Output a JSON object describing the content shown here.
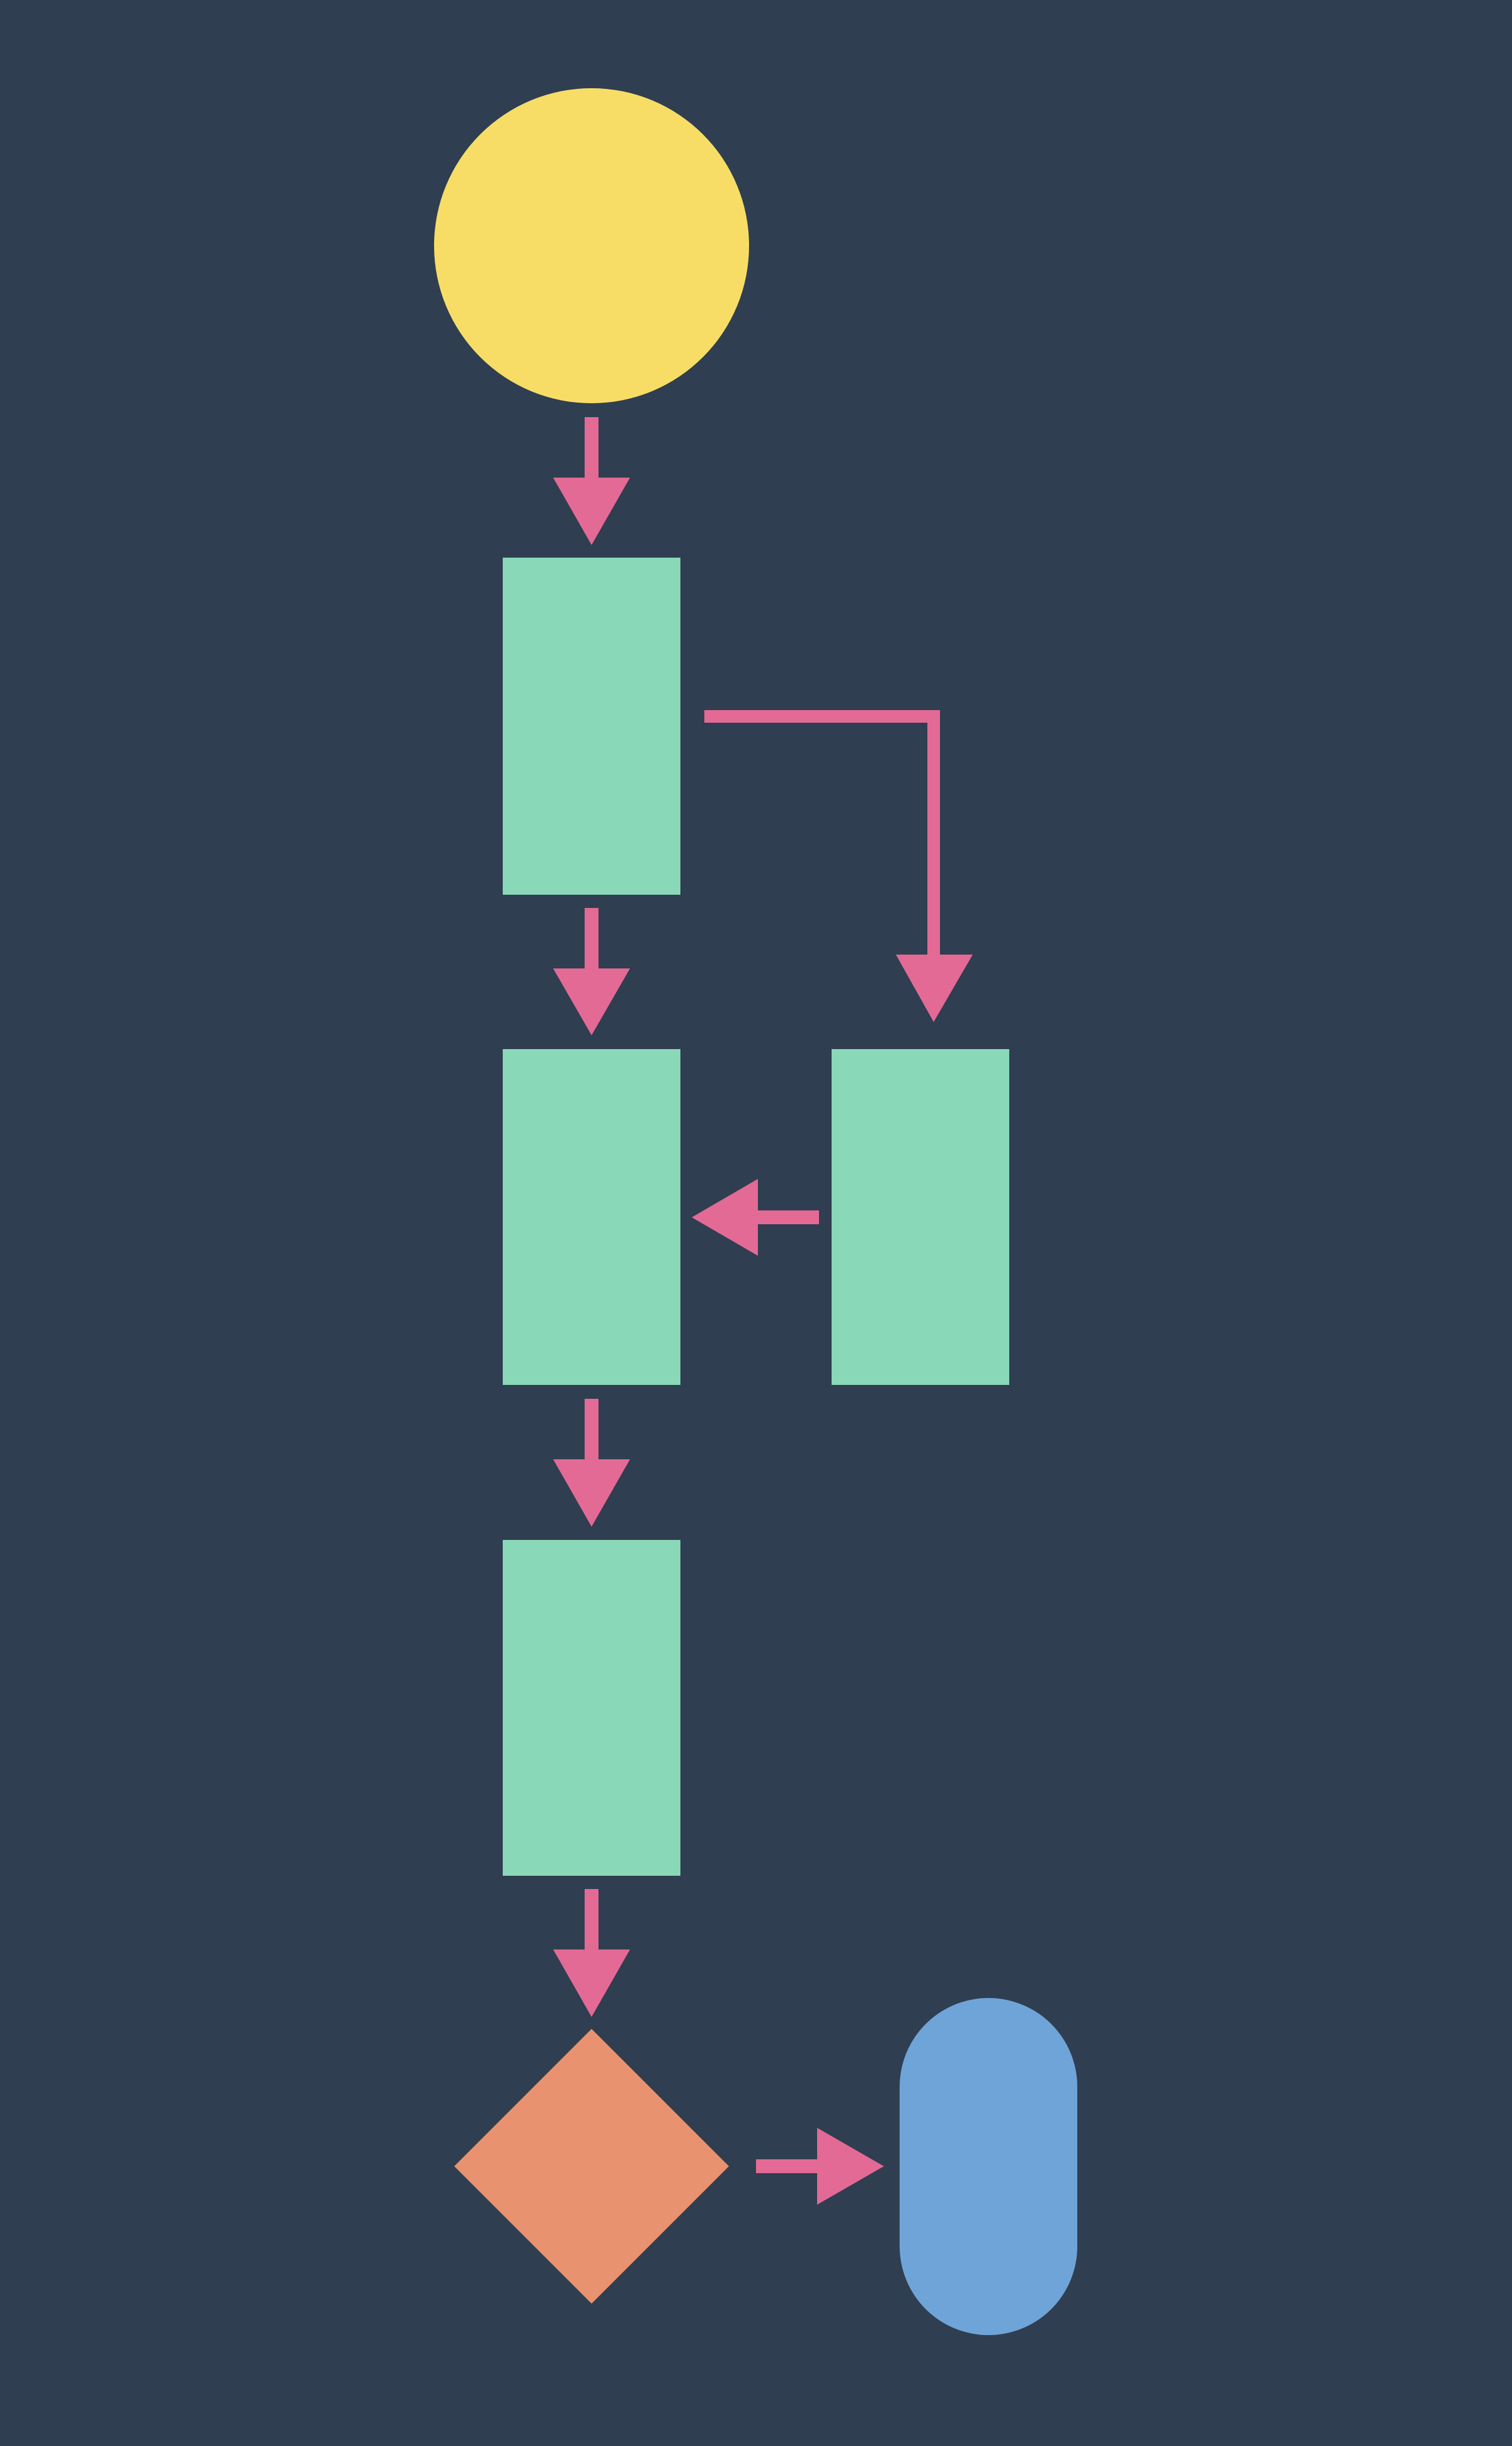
{
  "diagram": {
    "type": "flowchart",
    "background_color": "#2f3e50",
    "colors": {
      "start": "#f7dd66",
      "process": "#89d8b8",
      "decision": "#e89270",
      "terminal": "#6fa4d8",
      "connector": "#e36a95"
    },
    "nodes": [
      {
        "id": "start",
        "shape": "circle",
        "text": ""
      },
      {
        "id": "process-1",
        "shape": "rectangle",
        "text": ""
      },
      {
        "id": "process-2",
        "shape": "rectangle",
        "text": ""
      },
      {
        "id": "process-side",
        "shape": "rectangle",
        "text": ""
      },
      {
        "id": "process-3",
        "shape": "rectangle",
        "text": ""
      },
      {
        "id": "decision",
        "shape": "diamond",
        "text": ""
      },
      {
        "id": "end",
        "shape": "pill",
        "text": ""
      }
    ],
    "edges": [
      {
        "from": "start",
        "to": "process-1"
      },
      {
        "from": "process-1",
        "to": "process-2"
      },
      {
        "from": "process-1",
        "to": "process-side"
      },
      {
        "from": "process-side",
        "to": "process-2"
      },
      {
        "from": "process-2",
        "to": "process-3"
      },
      {
        "from": "process-3",
        "to": "decision"
      },
      {
        "from": "decision",
        "to": "end"
      }
    ]
  }
}
